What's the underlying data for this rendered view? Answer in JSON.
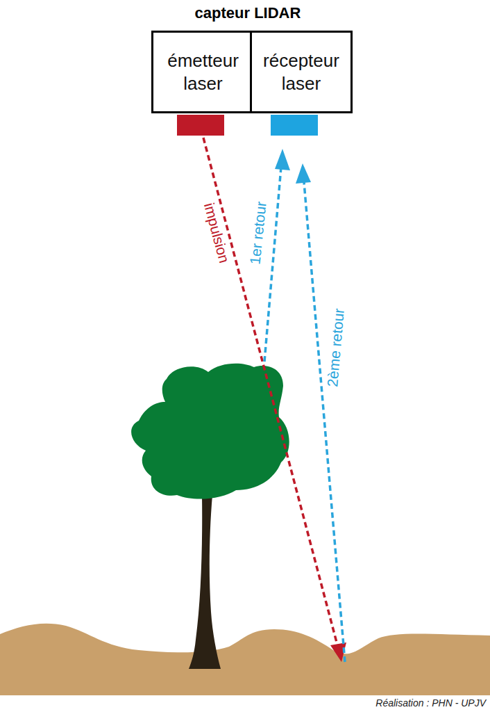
{
  "diagram": {
    "title": "capteur LIDAR",
    "caption": "Réalisation : PHN - UPJV",
    "nodes": [
      {
        "text": [
          "émetteur laser"
        ]
      },
      {
        "text": [
          "récepteur laser"
        ]
      }
    ],
    "labels": [
      "impulsion",
      "1er retour",
      "2ème retour"
    ]
  }
}
